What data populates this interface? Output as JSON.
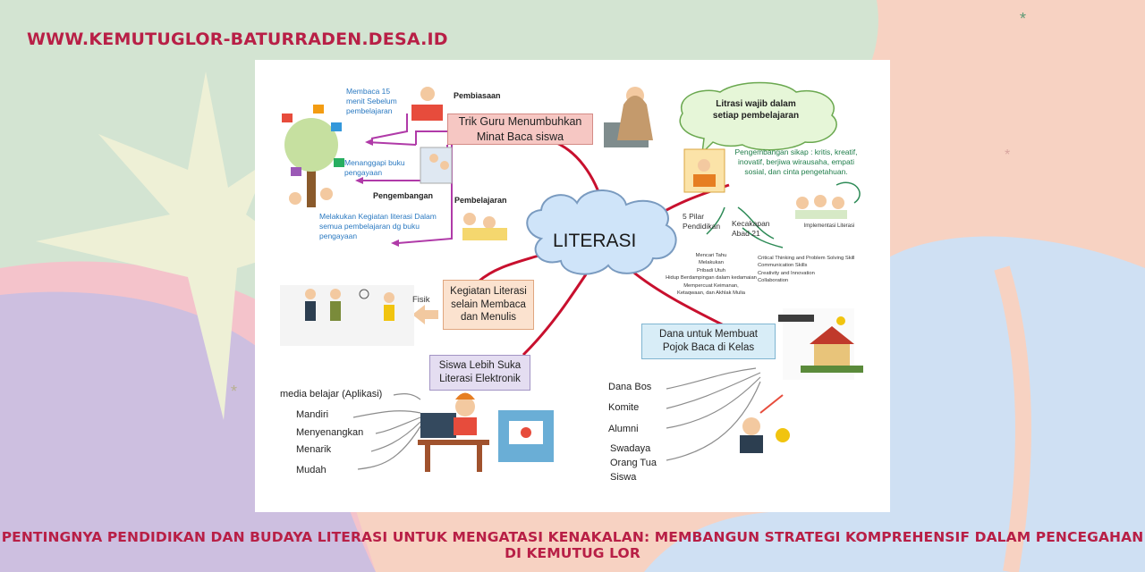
{
  "site": {
    "url": "WWW.KEMUTUGLOR-BATURRADEN.DESA.ID"
  },
  "caption": "PENTINGNYA PENDIDIKAN DAN BUDAYA LITERASI UNTUK MENGATASI KENAKALAN: MEMBANGUN STRATEGI KOMPREHENSIF DALAM PENCEGAHAN DI KEMUTUG LOR",
  "colors": {
    "brand": "#b81f46",
    "bg_green": "#d3e4d2",
    "bg_peach": "#f7d2c2",
    "bg_purple": "#cdbfe0",
    "bg_blue": "#cfe0f3",
    "bg_pink": "#f4c3cb",
    "bg_star": "#eef0d6",
    "cloud": "#cfe4f9",
    "branch": "#c8102e",
    "arrow": "#b03aa8",
    "blue_text": "#2a79c1",
    "green_text": "#1f7d4a"
  },
  "diagram": {
    "center": "LITERASI",
    "trik": {
      "box": "Trik Guru Menumbuhkan Minat Baca siswa",
      "pembiasaan": "Pembiasaan",
      "pengembangan": "Pengembangan",
      "pembelajaran": "Pembelajaran",
      "item1": "Membaca 15 menit Sebelum pembelajaran",
      "item2": "Menanggapi buku pengayaan",
      "item3": "Melakukan Kegiatan literasi Dalam semua  pembelajaran dg buku pengayaan"
    },
    "wajib": {
      "bubble": "Litrasi wajib dalam setiap pembelajaran",
      "sikap": "Pengembangan sikap : kritis, kreatif, inovatif, berjiwa wirausaha, empati sosial, dan cinta pengetahuan.",
      "pilar": "5 Pilar Pendidikan",
      "abad": "Kecakapan Abad 21",
      "implementasi": "Implementasi Literasi",
      "pilar_list": "Mencari Tahu\nMelakukan\nPribadi Utuh\nHidup Berdampingan dalam kedamaian\nMempercuat Keimanan,\nKetaqwaan, dan Akhlak Mulia",
      "skills": "Critical Thinking and Problem Solving Skill\nCommunication Skills\nCreativity and Innovation\nCollaboration"
    },
    "kegiatan": {
      "box": "Kegiatan Literasi selain Membaca dan Menulis",
      "fisik": "Fisik"
    },
    "elektronik": {
      "box": "Siswa Lebih Suka Literasi Elektronik",
      "media": "media belajar (Aplikasi)",
      "items": [
        "Mandiri",
        "Menyenangkan",
        "Menarik",
        "Mudah"
      ]
    },
    "dana": {
      "box": "Dana untuk Membuat Pojok Baca di Kelas",
      "items": [
        "Dana Bos",
        "Komite",
        "Alumni",
        "Swadaya\nOrang Tua\nSiswa"
      ]
    }
  }
}
